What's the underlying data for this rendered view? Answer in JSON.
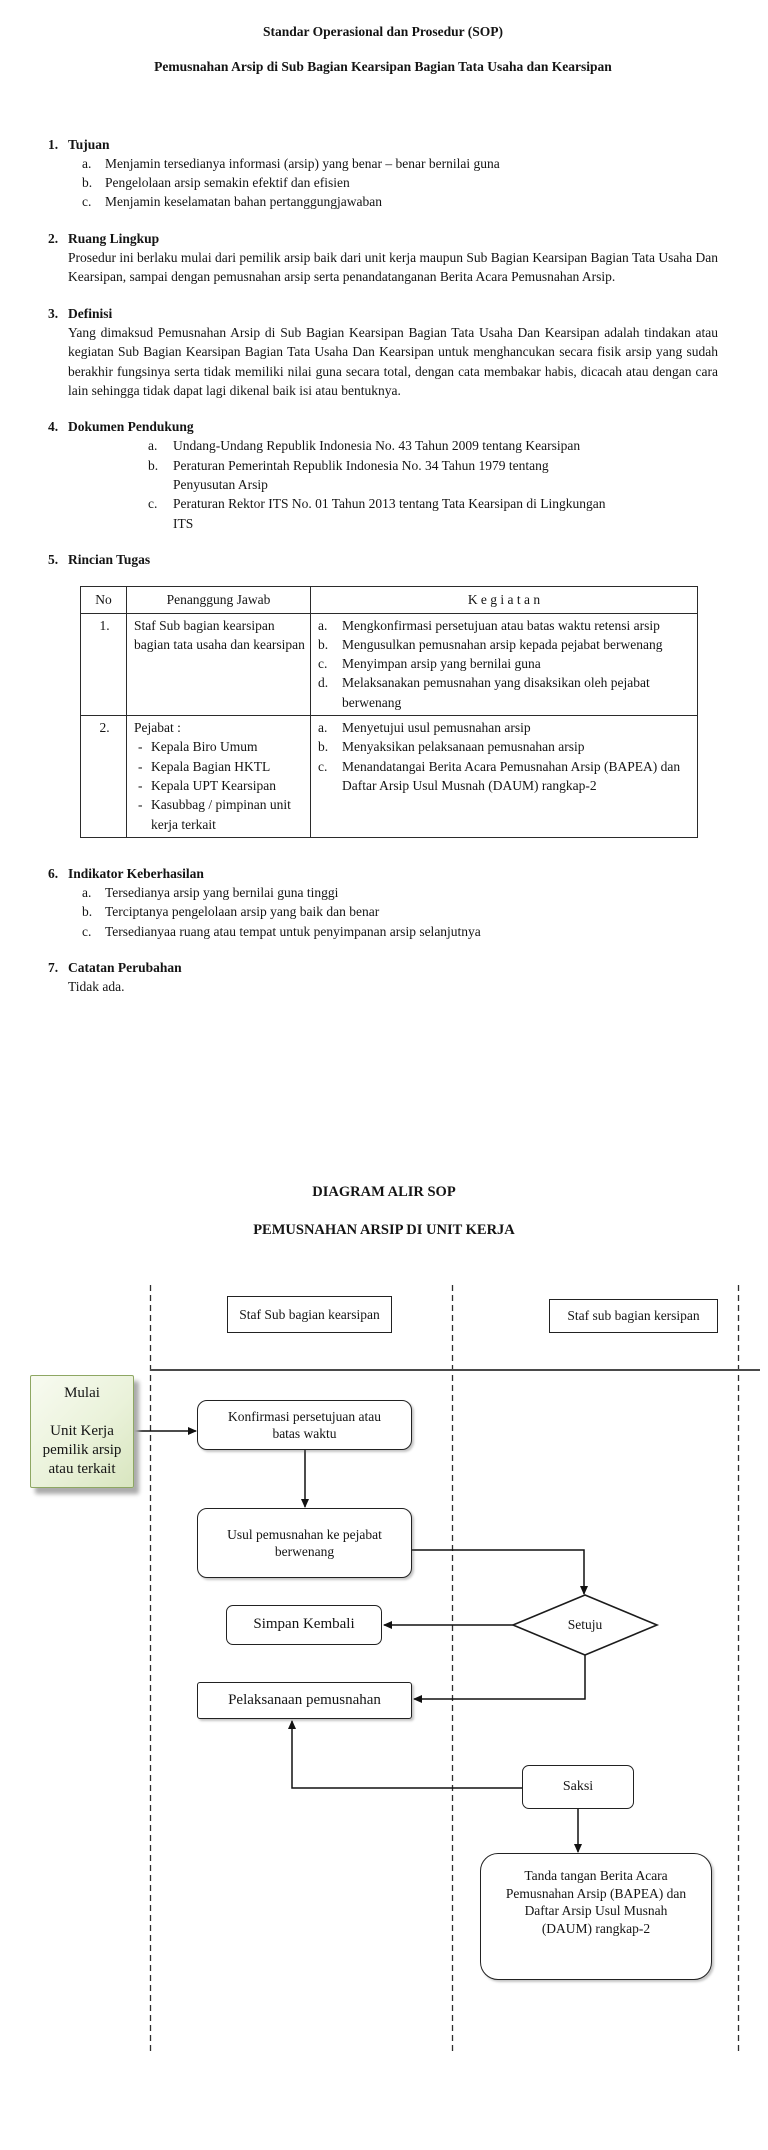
{
  "page": {
    "title": "Standar Operasional dan Prosedur (SOP)",
    "subtitle": "Pemusnahan Arsip di Sub Bagian Kearsipan Bagian Tata Usaha dan Kearsipan"
  },
  "sections": [
    {
      "no": "1.",
      "heading": "Tujuan",
      "items": [
        {
          "label": "a.",
          "text": "Menjamin tersedianya informasi (arsip) yang benar – benar bernilai guna"
        },
        {
          "label": "b.",
          "text": "Pengelolaan arsip semakin efektif dan efisien"
        },
        {
          "label": "c.",
          "text": "Menjamin keselamatan bahan pertanggungjawaban"
        }
      ]
    },
    {
      "no": "2.",
      "heading": "Ruang Lingkup",
      "body": "Prosedur ini berlaku mulai dari pemilik arsip baik dari unit kerja maupun Sub Bagian Kearsipan Bagian Tata Usaha Dan Kearsipan, sampai dengan pemusnahan arsip serta penandatanganan Berita Acara Pemusnahan Arsip."
    },
    {
      "no": "3.",
      "heading": "Definisi",
      "body": "Yang dimaksud Pemusnahan Arsip di Sub Bagian Kearsipan Bagian Tata Usaha Dan Kearsipan adalah tindakan atau kegiatan Sub Bagian Kearsipan Bagian Tata Usaha Dan Kearsipan untuk menghancukan secara fisik arsip yang sudah berakhir fungsinya serta tidak memiliki nilai guna secara total, dengan cata membakar habis, dicacah atau dengan cara lain sehingga tidak dapat lagi dikenal baik isi atau bentuknya."
    },
    {
      "no": "4.",
      "heading": "Dokumen Pendukung",
      "items": [
        {
          "label": "a.",
          "text": "Undang-Undang Republik Indonesia No. 43 Tahun 2009 tentang Kearsipan"
        },
        {
          "label": "b.",
          "text": "Peraturan Pemerintah Republik Indonesia No. 34 Tahun 1979 tentang\nPenyusutan Arsip"
        },
        {
          "label": "c.",
          "text": "Peraturan Rektor ITS No. 01 Tahun 2013 tentang Tata Kearsipan di Lingkungan\nITS"
        }
      ]
    },
    {
      "no": "5.",
      "heading": "Rincian Tugas"
    },
    {
      "no": "6.",
      "heading": "Indikator Keberhasilan",
      "items": [
        {
          "label": "a.",
          "text": "Tersedianya arsip yang bernilai guna tinggi"
        },
        {
          "label": "b.",
          "text": "Terciptanya pengelolaan arsip yang baik dan benar"
        },
        {
          "label": "c.",
          "text": "Tersedianyaa ruang atau tempat untuk penyimpanan arsip selanjutnya"
        }
      ]
    },
    {
      "no": "7.",
      "heading": "Catatan Perubahan",
      "body": "Tidak ada."
    }
  ],
  "table": {
    "headers": [
      "No",
      "Penanggung Jawab",
      "K e g i a t a n"
    ],
    "rows": [
      {
        "no": "1.",
        "responsible": "Staf Sub bagian kearsipan bagian tata usaha dan kearsipan",
        "activities": [
          {
            "label": "a.",
            "text": "Mengkonfirmasi persetujuan atau batas waktu retensi arsip"
          },
          {
            "label": "b.",
            "text": "Mengusulkan pemusnahan arsip kepada pejabat berwenang"
          },
          {
            "label": "c.",
            "text": "Menyimpan arsip yang bernilai guna"
          },
          {
            "label": "d.",
            "text": "Melaksanakan pemusnahan yang disaksikan oleh pejabat berwenang"
          }
        ]
      },
      {
        "no": "2.",
        "responsible_intro": "Pejabat :",
        "responsible_bullets": [
          {
            "dash": "-",
            "text": "Kepala Biro Umum"
          },
          {
            "dash": "-",
            "text": "Kepala Bagian HKTL"
          },
          {
            "dash": "-",
            "text": "Kepala UPT Kearsipan"
          },
          {
            "dash": "-",
            "text": "Kasubbag / pimpinan unit kerja terkait"
          }
        ],
        "activities": [
          {
            "label": "a.",
            "text": "Menyetujui usul pemusnahan arsip"
          },
          {
            "label": "b.",
            "text": "Menyaksikan pelaksanaan pemusnahan arsip"
          },
          {
            "label": "c.",
            "text": "Menandatangai Berita Acara Pemusnahan Arsip (BAPEA) dan Daftar Arsip Usul Musnah (DAUM) rangkap-2"
          }
        ]
      }
    ]
  },
  "diagram": {
    "title1": "DIAGRAM ALIR SOP",
    "title2": "PEMUSNAHAN ARSIP DI UNIT KERJA",
    "lane_left_header": "Staf Sub bagian kearsipan",
    "lane_right_header": "Staf sub bagian kersipan",
    "nodes": {
      "start": "Mulai\n\nUnit Kerja\npemilik arsip\natau terkait",
      "konfirmasi": "Konfirmasi persetujuan atau\nbatas waktu",
      "usul": "Usul pemusnahan ke pejabat\nberwenang",
      "simpan": "Simpan Kembali",
      "setuju": "Setuju",
      "pelaksanaan": "Pelaksanaan pemusnahan",
      "saksi": "Saksi",
      "bapea": "Tanda tangan Berita Acara\nPemusnahan Arsip (BAPEA) dan\nDaftar Arsip Usul Musnah\n(DAUM) rangkap-2"
    },
    "colors": {
      "start_fill_top": "#f8fbf1",
      "start_fill_bottom": "#d8e5bf",
      "start_border": "#8ea763",
      "line": "#111111"
    }
  }
}
